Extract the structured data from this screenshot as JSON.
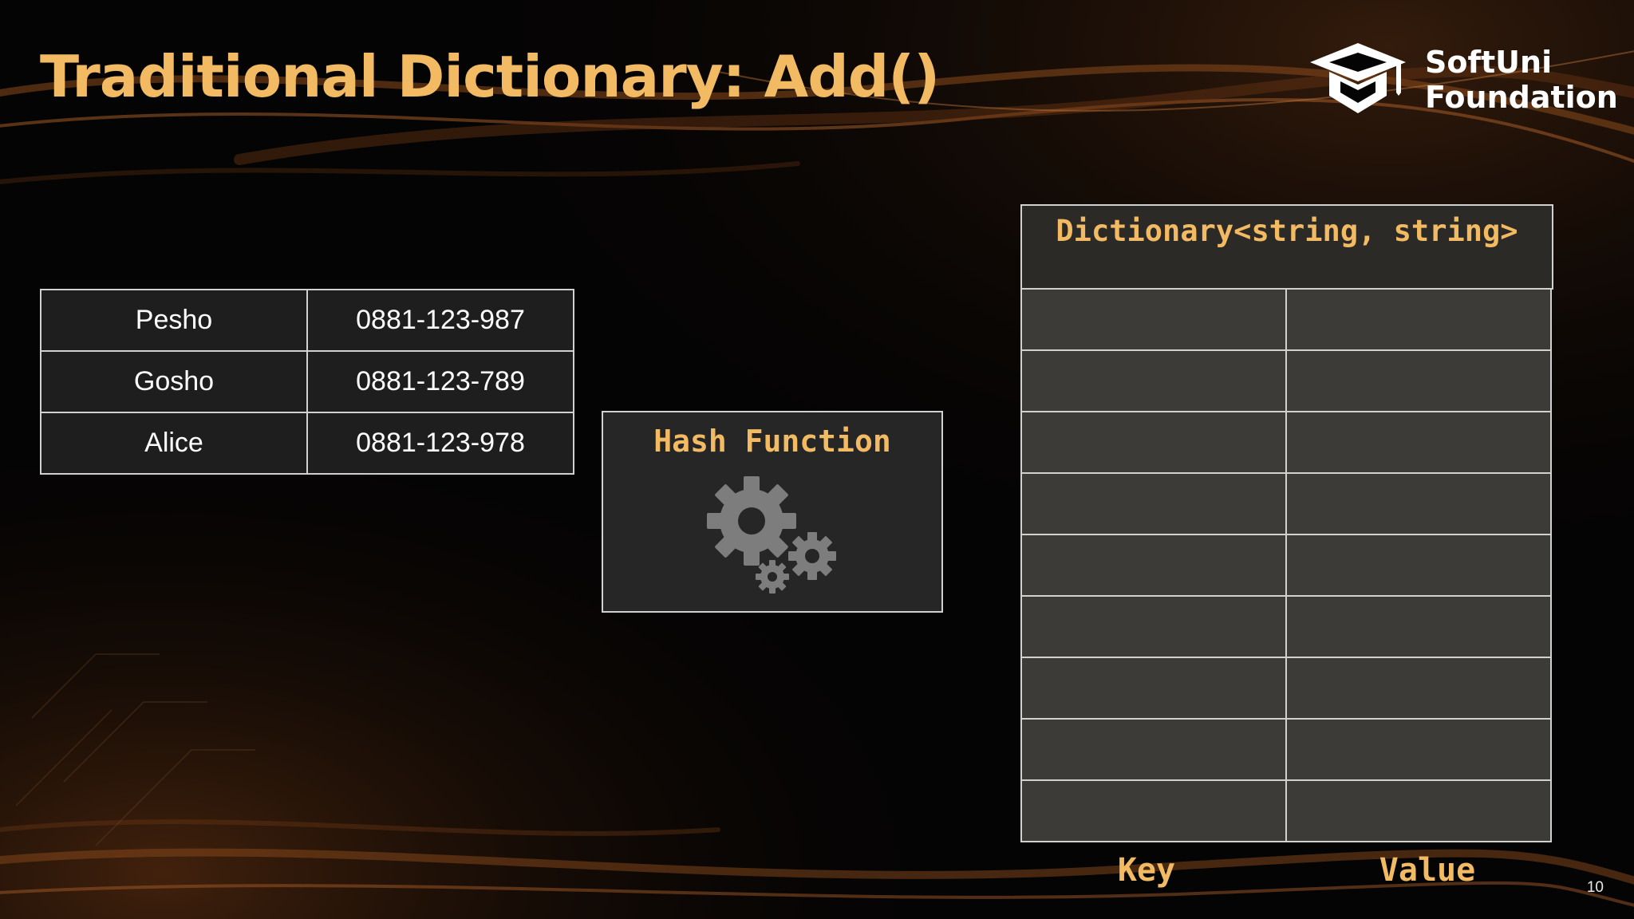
{
  "slide": {
    "title": "Traditional Dictionary: Add()",
    "page_number": "10"
  },
  "logo": {
    "line1": "SoftUni",
    "line2": "Foundation",
    "icon": "graduation-cap-icon"
  },
  "phonebook": {
    "rows": [
      {
        "name": "Pesho",
        "phone": "0881-123-987"
      },
      {
        "name": "Gosho",
        "phone": "0881-123-789"
      },
      {
        "name": "Alice",
        "phone": "0881-123-978"
      }
    ]
  },
  "hash_function": {
    "title": "Hash Function",
    "icon": "gears-icon"
  },
  "dictionary": {
    "title": "Dictionary<string, string>",
    "bucket_count": 9,
    "key_label": "Key",
    "value_label": "Value"
  },
  "colors": {
    "accent": "#f2bb63",
    "background": "#050404",
    "cell": "#3d3b38",
    "border": "#d1d1d1"
  }
}
